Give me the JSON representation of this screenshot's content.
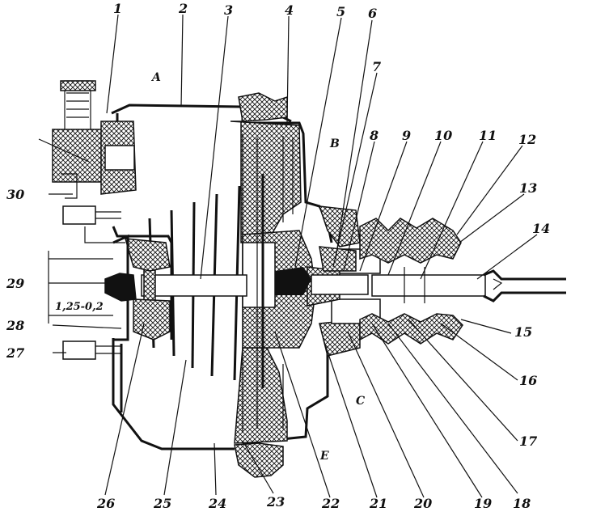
{
  "labels": {
    "n1": "1",
    "n2": "2",
    "n3": "3",
    "n4": "4",
    "n5": "5",
    "n6": "6",
    "n7": "7",
    "n8": "8",
    "n9": "9",
    "n10": "10",
    "n11": "11",
    "n12": "12",
    "n13": "13",
    "n14": "14",
    "n15": "15",
    "n16": "16",
    "n17": "17",
    "n18": "18",
    "n19": "19",
    "n20": "20",
    "n21": "21",
    "n22": "22",
    "n23": "23",
    "n24": "24",
    "n25": "25",
    "n26": "26",
    "n27": "27",
    "n28": "28",
    "n29": "29",
    "n30": "30"
  },
  "zones": {
    "a": "A",
    "b": "B",
    "c": "C",
    "e": "E"
  },
  "dimension": "1,25-0,2"
}
